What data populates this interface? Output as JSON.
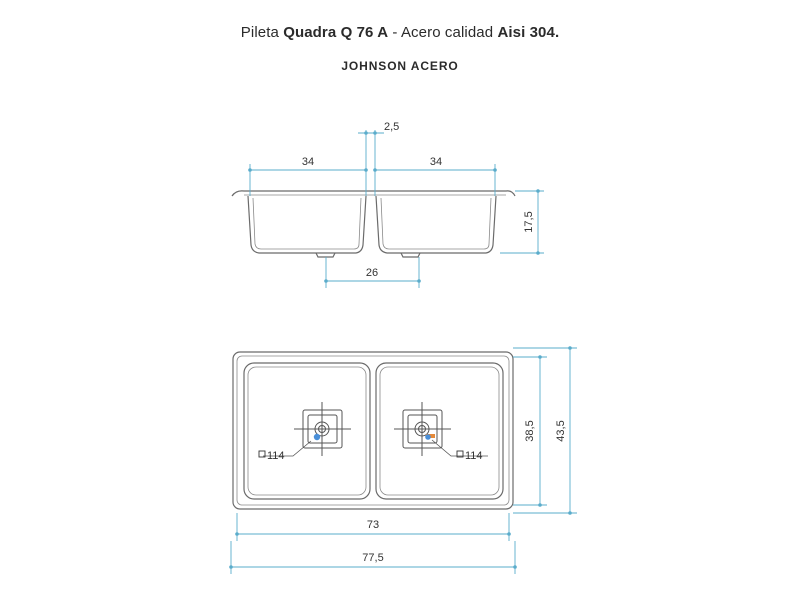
{
  "title": {
    "prefix": "Pileta",
    "model": "Quadra Q 76 A",
    "middle": "- Acero calidad",
    "material": "Aisi 304."
  },
  "brand": "JOHNSON ACERO",
  "side_view": {
    "bowl_width_left": "34",
    "bowl_width_right": "34",
    "separation": "2,5",
    "depth": "17,5",
    "drain_distance": "26"
  },
  "top_view": {
    "drain_label_left": "114",
    "drain_label_right": "114",
    "inner_height": "38,5",
    "outer_height": "43,5",
    "inner_width": "73",
    "outer_width": "77,5"
  },
  "colors": {
    "dimension": "#5aaccb",
    "drain_accent": "#4a8fd8",
    "outline": "#6b6b6b"
  }
}
